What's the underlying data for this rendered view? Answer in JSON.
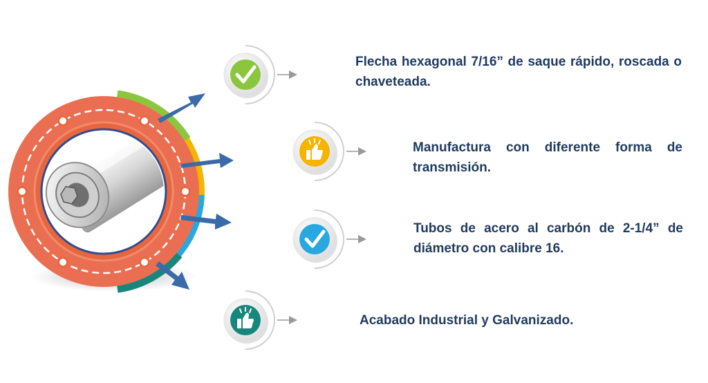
{
  "features": [
    {
      "text": "Flecha hexagonal 7/16” de saque rápido, roscada o chaveteada.",
      "icon": "check-icon",
      "color": "#8cc63f"
    },
    {
      "text": "Manufactura con diferente forma de transmisión.",
      "icon": "thumbs-up-icon",
      "color": "#f5b400"
    },
    {
      "text": "Tubos de acero al carbón de 2-1/4” de diámetro con calibre 16.",
      "icon": "check-icon",
      "color": "#29a8e0"
    },
    {
      "text": "Acabado Industrial y Galvanizado.",
      "icon": "thumbs-up-icon",
      "color": "#17877d"
    }
  ],
  "colors": {
    "main_ring": "#ea6f52",
    "inner_ring": "#e8663f",
    "text": "#1f3a5f",
    "arrow": "#3a6aa8"
  }
}
